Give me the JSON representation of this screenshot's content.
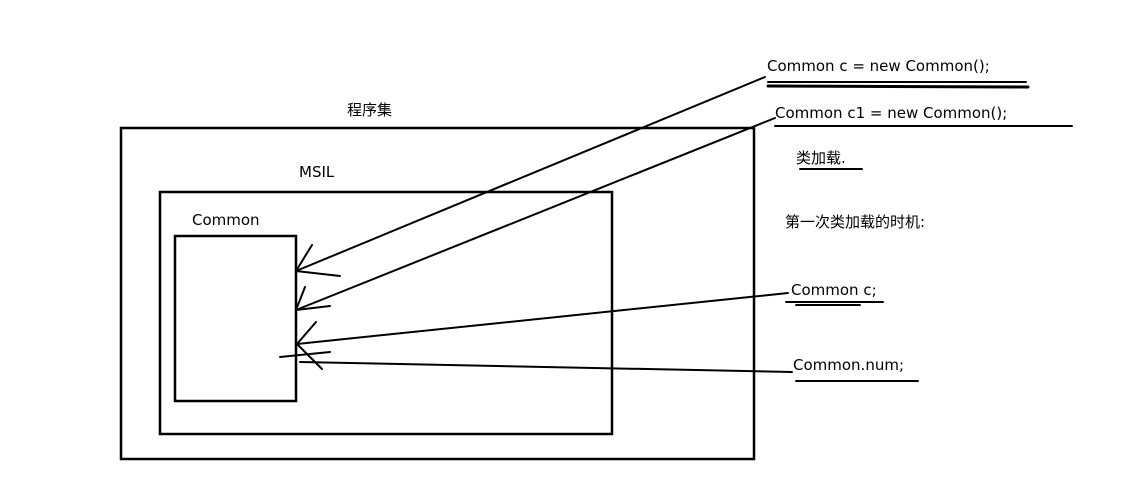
{
  "diagram": {
    "assembly_label": "程序集",
    "msil_label": "MSIL",
    "class_label": "Common"
  },
  "notes": {
    "line1": "Common c = new Common();",
    "line2": "Common c1 = new Common();",
    "class_loading": "类加载.",
    "first_load_timing": "第一次类加载的时机:",
    "declare": "Common c;",
    "static_access": "Common.num;"
  },
  "colors": {
    "ink": "#000000",
    "background": "#ffffff"
  }
}
